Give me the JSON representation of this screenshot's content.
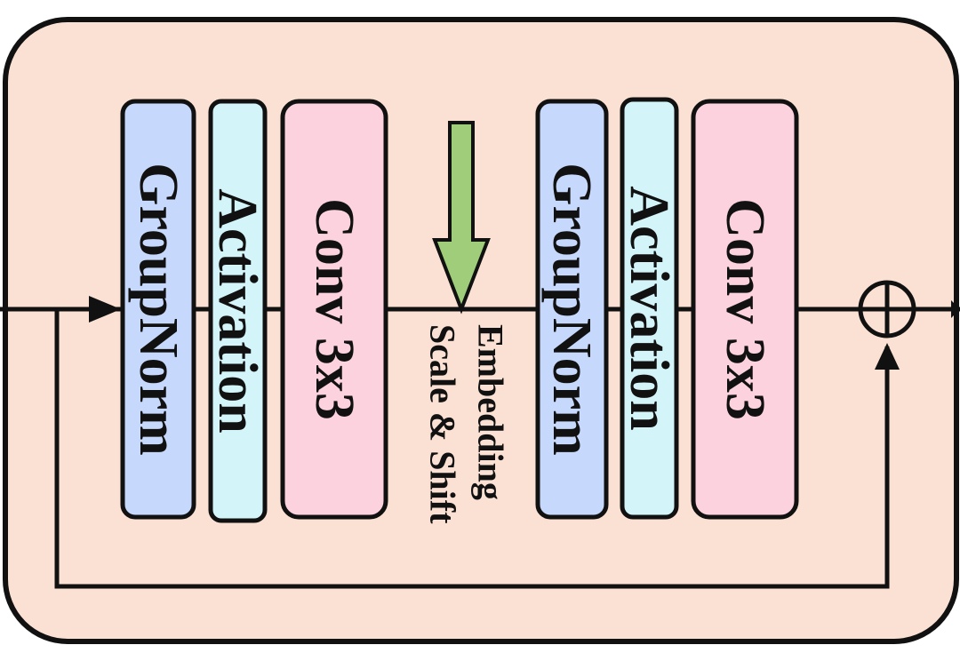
{
  "colors": {
    "container": "#fbe1d4",
    "groupnorm": "#c6d8fb",
    "activation": "#d3f5fa",
    "conv": "#fbd2dd",
    "arrow": "#9fcd79",
    "stroke": "#111111"
  },
  "diagram": {
    "blocks": [
      {
        "label": "GroupNorm",
        "kind": "groupnorm"
      },
      {
        "label": "Activation",
        "kind": "activation"
      },
      {
        "label": "Conv 3x3",
        "kind": "conv"
      },
      {
        "label": "GroupNorm",
        "kind": "groupnorm"
      },
      {
        "label": "Activation",
        "kind": "activation"
      },
      {
        "label": "Conv 3x3",
        "kind": "conv"
      }
    ],
    "embedding": {
      "line1": "Embedding",
      "line2": "Scale & Shift"
    },
    "add_symbol": "plus-circle-icon"
  }
}
